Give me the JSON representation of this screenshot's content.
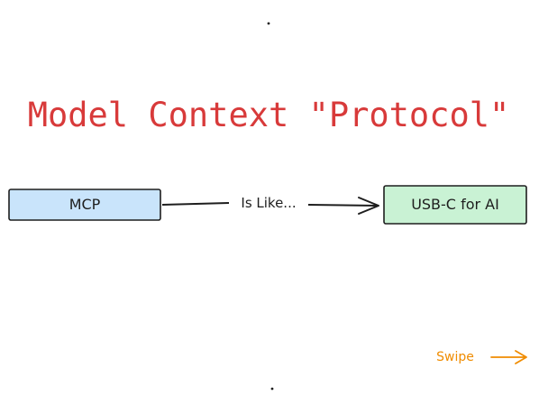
{
  "title": "Model Context \"Protocol\"",
  "nodes": {
    "left": {
      "label": "MCP"
    },
    "right": {
      "label": "USB-C for AI"
    }
  },
  "edge": {
    "label": "Is Like..."
  },
  "footer": {
    "swipe_label": "Swipe"
  },
  "icons": {
    "swipe_arrow": "right-arrow-icon",
    "edge_arrow": "arrowhead-icon"
  },
  "colors": {
    "title": "#d83a3a",
    "left_fill": "#c9e4fb",
    "left_stroke": "#1e1e1e",
    "right_fill": "#c9f2d4",
    "right_stroke": "#1e1e1e",
    "edge": "#1e1e1e",
    "swipe": "#f08c00",
    "dot": "#1e1e1e"
  }
}
